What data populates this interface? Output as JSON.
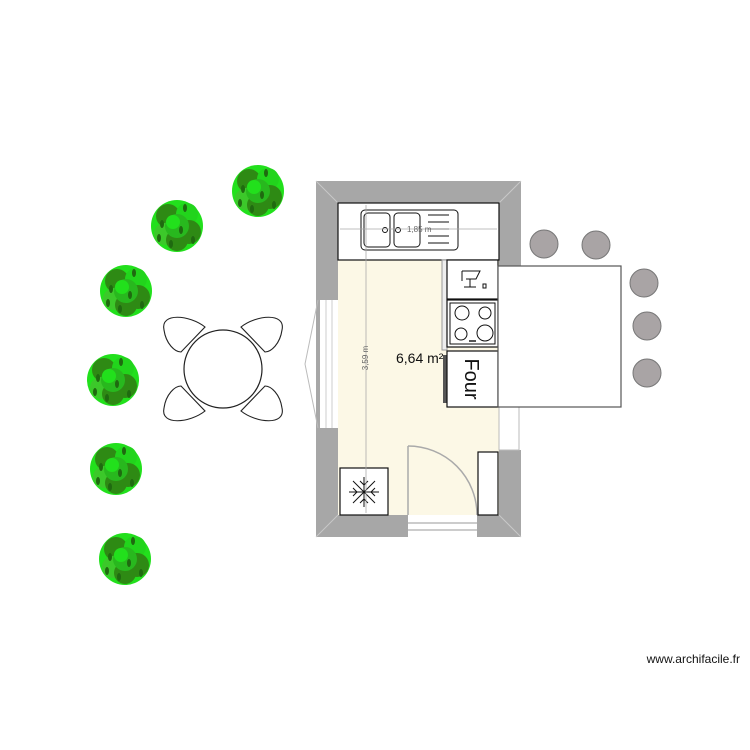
{
  "plan": {
    "width_label": "1,85 m",
    "length_label": "3,59 m",
    "area_label": "6,64 m²",
    "oven_label": "Four",
    "watermark": "www.archifacile.fr"
  },
  "colors": {
    "wall": "#a7a7a7",
    "floor": "#fcf8e6",
    "tree_light": "#22e01c",
    "tree_dark": "#2e8a14",
    "stool": "#a9a4a5"
  },
  "objects": {
    "trees": 6,
    "stools": 5,
    "chairs": 4
  }
}
